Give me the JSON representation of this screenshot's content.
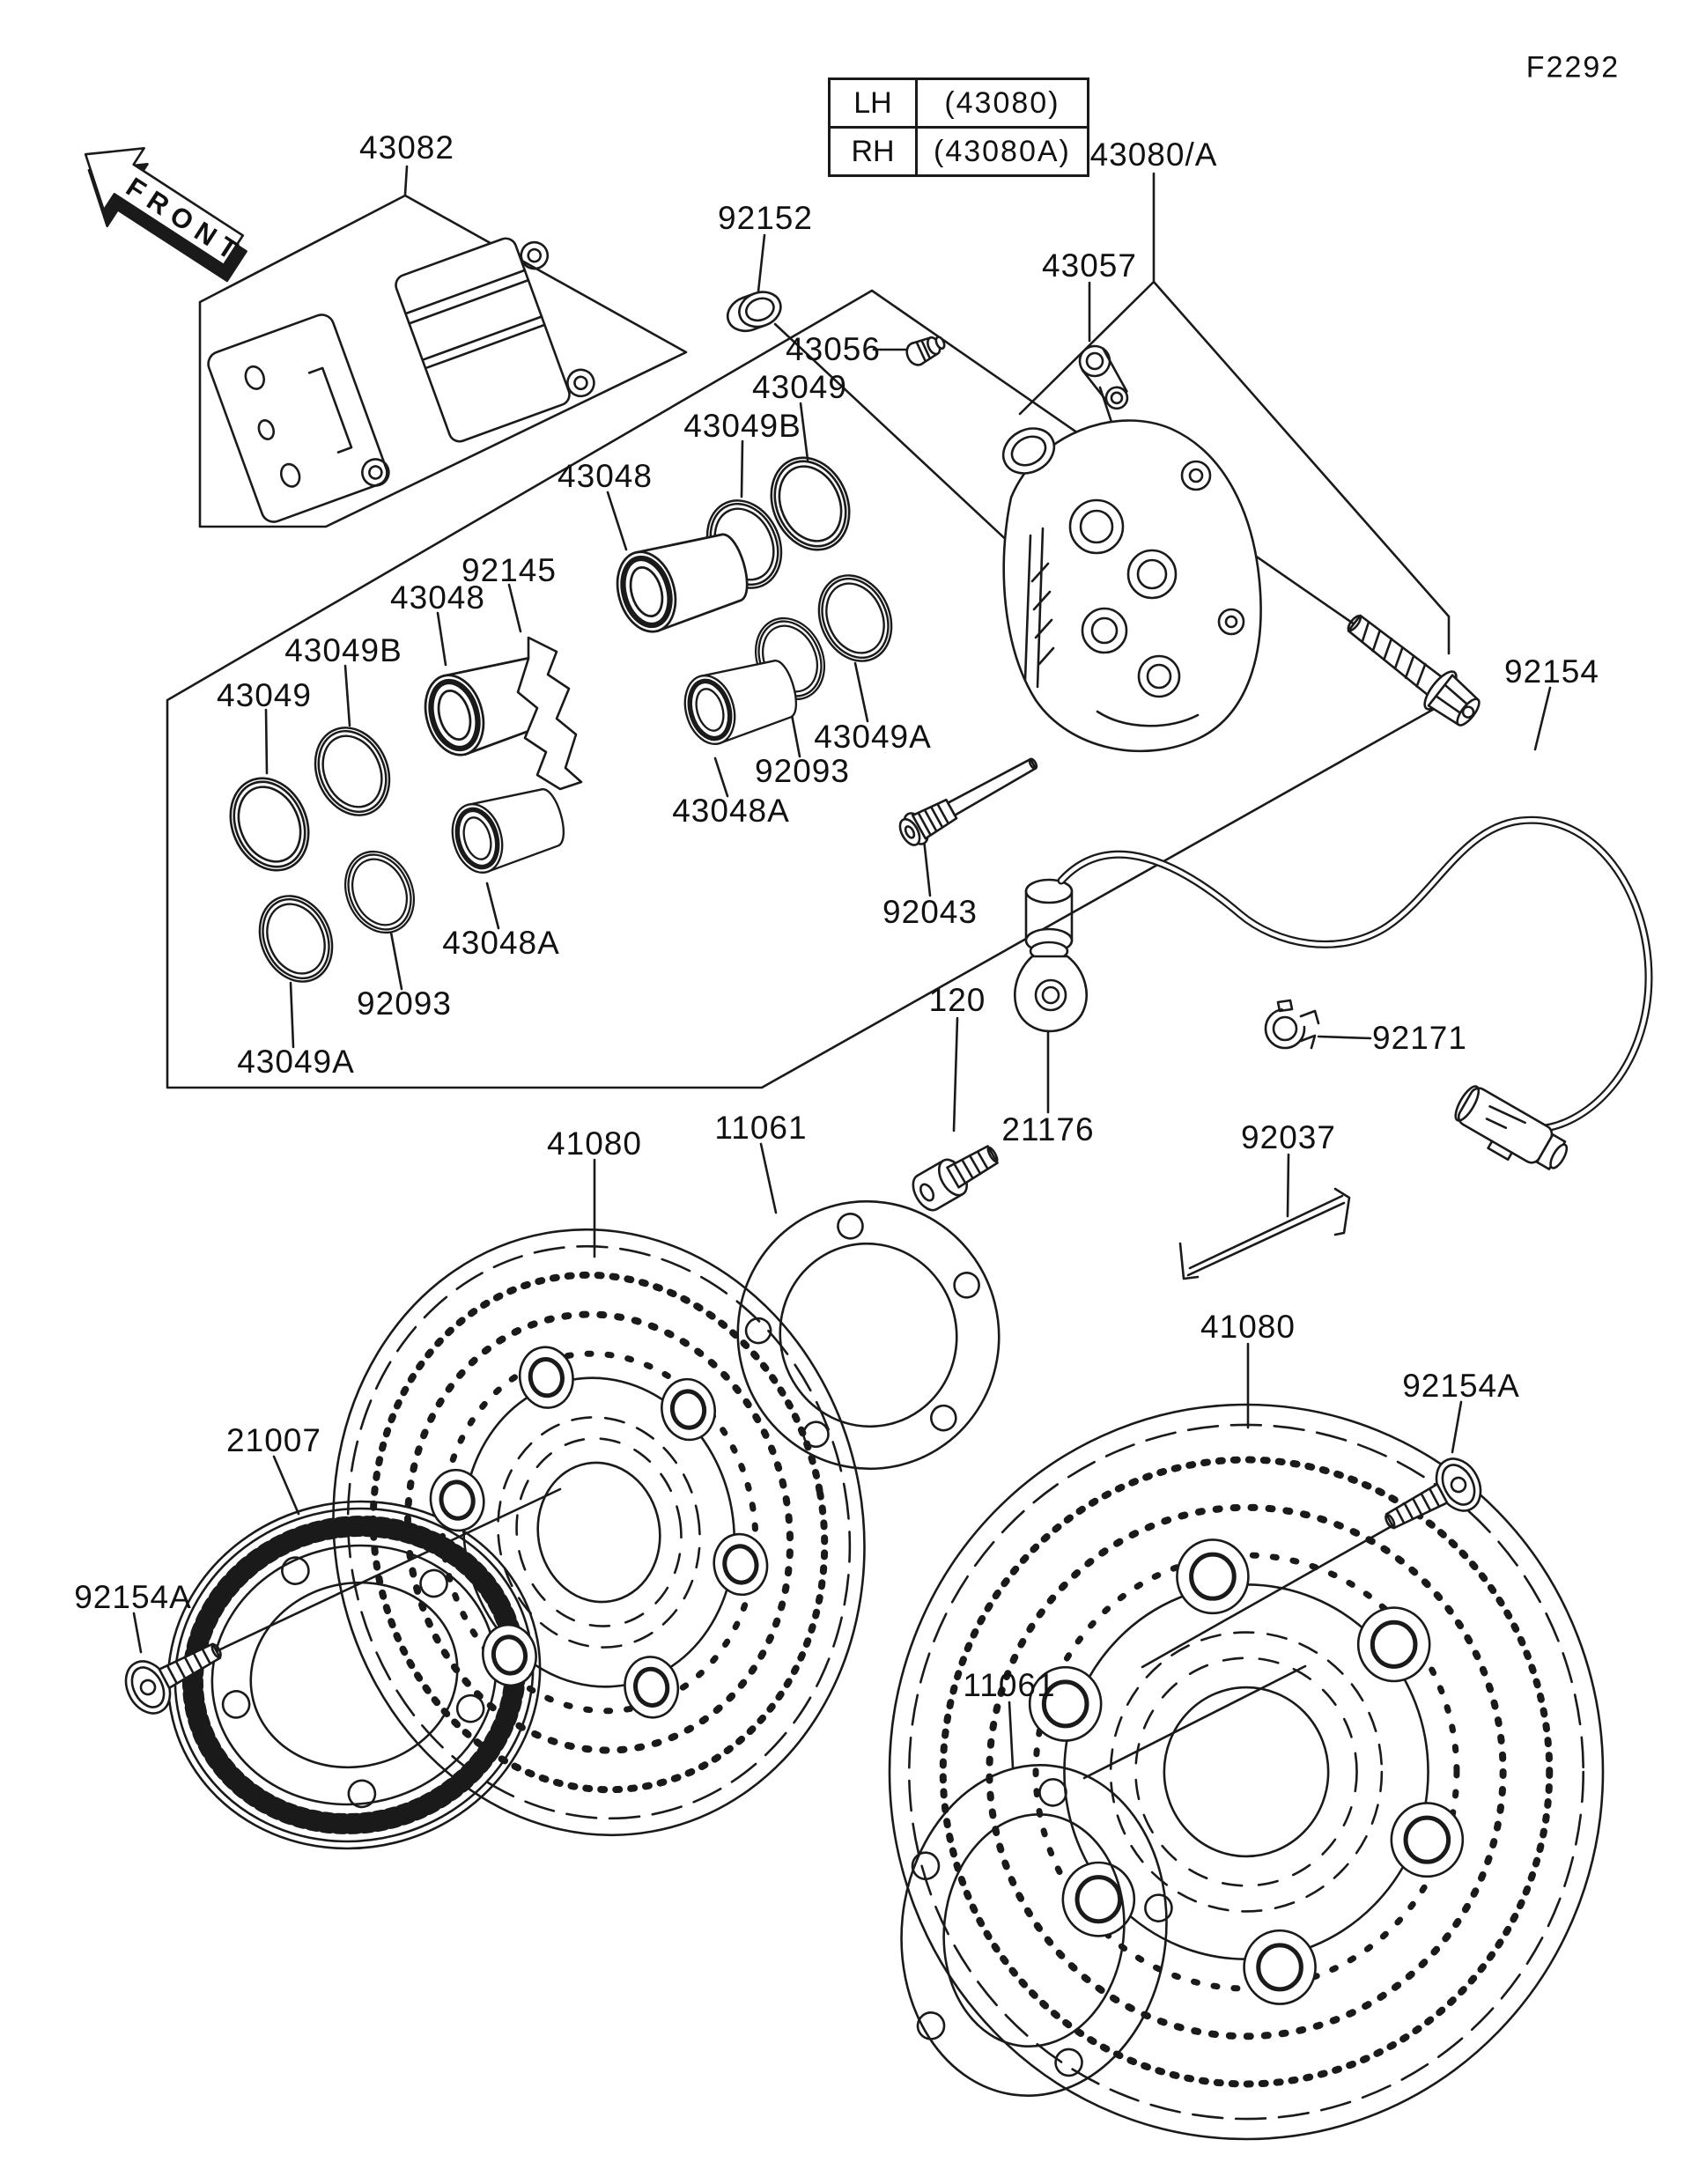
{
  "figure": {
    "code": "F2292"
  },
  "front_marker": {
    "label": "FRONT"
  },
  "variant_table": {
    "rows": [
      {
        "side": "LH",
        "part_no": "(43080)"
      },
      {
        "side": "RH",
        "part_no": "(43080A)"
      }
    ]
  },
  "part_labels": [
    {
      "id": "43082",
      "text": "43082"
    },
    {
      "id": "92152",
      "text": "92152"
    },
    {
      "id": "43080-a",
      "text": "43080/A"
    },
    {
      "id": "43056",
      "text": "43056"
    },
    {
      "id": "43057",
      "text": "43057"
    },
    {
      "id": "43049-upper",
      "text": "43049"
    },
    {
      "id": "43049b-upper",
      "text": "43049B"
    },
    {
      "id": "43048-upper",
      "text": "43048"
    },
    {
      "id": "92145",
      "text": "92145"
    },
    {
      "id": "43048-lower",
      "text": "43048"
    },
    {
      "id": "43049b-lower",
      "text": "43049B"
    },
    {
      "id": "43049-lower",
      "text": "43049"
    },
    {
      "id": "43049a-upper",
      "text": "43049A"
    },
    {
      "id": "92093-upper",
      "text": "92093"
    },
    {
      "id": "43048a-upper",
      "text": "43048A"
    },
    {
      "id": "43048a-lower",
      "text": "43048A"
    },
    {
      "id": "92093-lower",
      "text": "92093"
    },
    {
      "id": "43049a-lower",
      "text": "43049A"
    },
    {
      "id": "92043",
      "text": "92043"
    },
    {
      "id": "92154",
      "text": "92154"
    },
    {
      "id": "120",
      "text": "120"
    },
    {
      "id": "21176",
      "text": "21176"
    },
    {
      "id": "92171",
      "text": "92171"
    },
    {
      "id": "92037",
      "text": "92037"
    },
    {
      "id": "11061-left",
      "text": "11061"
    },
    {
      "id": "41080-left",
      "text": "41080"
    },
    {
      "id": "21007",
      "text": "21007"
    },
    {
      "id": "92154a-left",
      "text": "92154A"
    },
    {
      "id": "11061-bottom",
      "text": "11061"
    },
    {
      "id": "41080-right",
      "text": "41080"
    },
    {
      "id": "92154a-right",
      "text": "92154A"
    }
  ]
}
